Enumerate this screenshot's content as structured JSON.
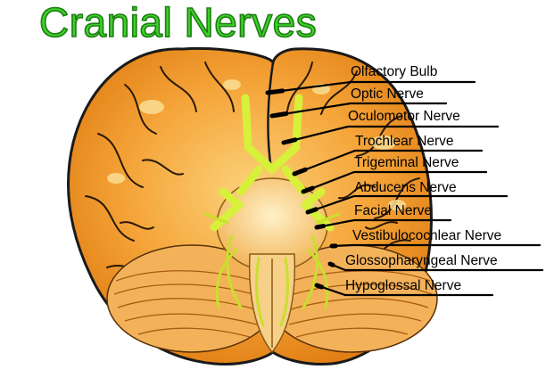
{
  "title": "Cranial Nerves",
  "colors": {
    "title_fill": "#3cd12a",
    "title_stroke": "#1e7d12",
    "brain_dark": "#e07d12",
    "brain_mid": "#f5a53a",
    "brain_light": "#fbd27a",
    "nerve": "#d7f03a",
    "outline": "#1a1a1a"
  },
  "labels": [
    {
      "id": "olfactory",
      "text": "Olfactory Bulb"
    },
    {
      "id": "optic",
      "text": "Optic Nerve"
    },
    {
      "id": "oculomotor",
      "text": "Oculomotor Nerve"
    },
    {
      "id": "trochlear",
      "text": "Trochlear Nerve"
    },
    {
      "id": "trigeminal",
      "text": "Trigeminal Nerve"
    },
    {
      "id": "abducens",
      "text": "Abducens Nerve"
    },
    {
      "id": "facial",
      "text": "Facial Nerve"
    },
    {
      "id": "vestibulocochlear",
      "text": "Vestibulocochlear Nerve"
    },
    {
      "id": "glossopharyngeal",
      "text": "Glossopharyngeal Nerve"
    },
    {
      "id": "hypoglossal",
      "text": "Hypoglossal Nerve"
    }
  ]
}
